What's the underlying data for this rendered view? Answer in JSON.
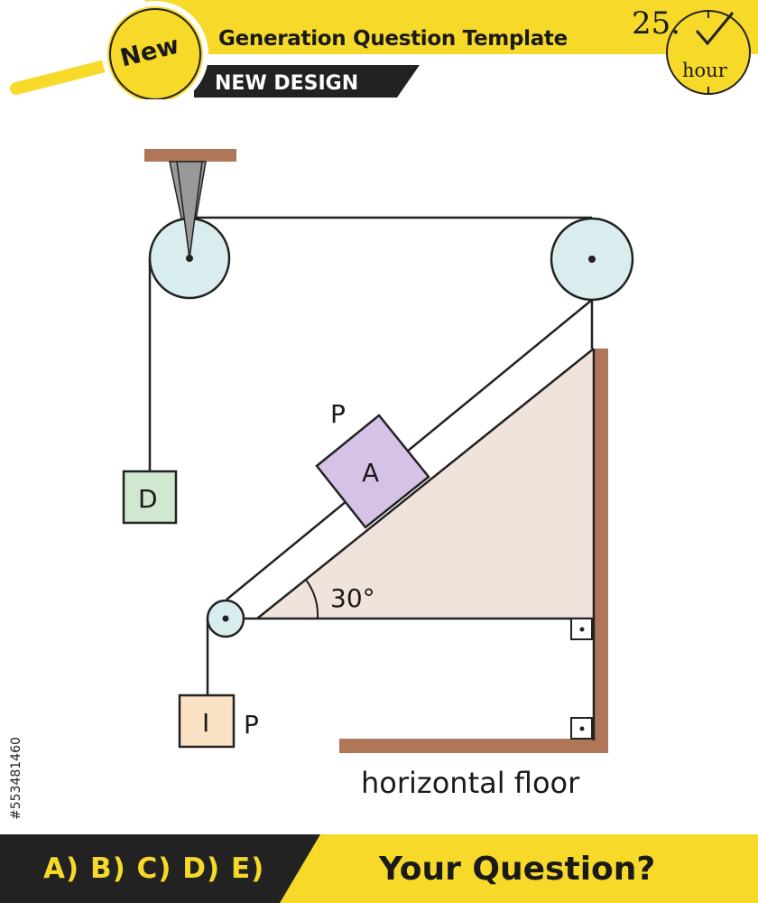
{
  "header": {
    "badge": "New",
    "title": "Generation Question Template",
    "subtitle": "NEW DESIGN",
    "timer_value": "25.",
    "timer_unit": "hour"
  },
  "diagram": {
    "angle_label": "30°",
    "label_p_top": "P",
    "block_a": "A",
    "block_d": "D",
    "block_i": "I",
    "label_p_bottom": "P",
    "floor_label": "horizontal floor"
  },
  "watermark": "#553481460",
  "footer": {
    "options": "A) B) C) D) E)",
    "question": "Your Question?"
  },
  "colors": {
    "accent": "#f7d92a",
    "dark": "#222222",
    "wood": "#b0765a",
    "incline": "#efe3dc",
    "block_a": "#d6c2e6",
    "block_d": "#cfe8cf",
    "block_i": "#fbe2c4",
    "pulley": "#d9ecee"
  }
}
